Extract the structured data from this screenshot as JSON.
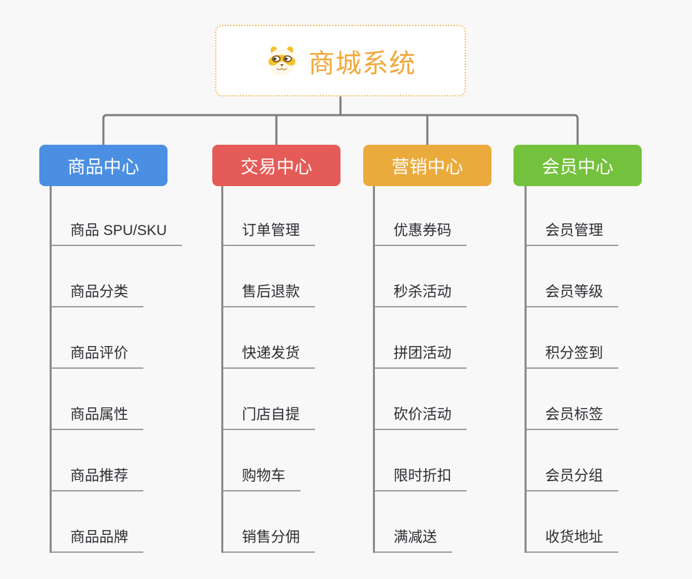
{
  "page": {
    "background": "#f8f8f8"
  },
  "root": {
    "title": "商城系统",
    "icon": "dog-face-icon",
    "title_color": "#f1a83c",
    "border_color": "#f2c36e",
    "background": "#ffffff"
  },
  "connectors": {
    "color": "#7c7c7c",
    "underline_color": "#9e9e9e",
    "trunk_color": "#8b8b8b"
  },
  "branches": [
    {
      "label": "商品中心",
      "color": "#4b8fe2",
      "items": [
        "商品 SPU/SKU",
        "商品分类",
        "商品评价",
        "商品属性",
        "商品推荐",
        "商品品牌"
      ]
    },
    {
      "label": "交易中心",
      "color": "#e45b57",
      "items": [
        "订单管理",
        "售后退款",
        "快递发货",
        "门店自提",
        "购物车",
        "销售分佣"
      ]
    },
    {
      "label": "营销中心",
      "color": "#ebaa3c",
      "items": [
        "优惠券码",
        "秒杀活动",
        "拼团活动",
        "砍价活动",
        "限时折扣",
        "满减送"
      ]
    },
    {
      "label": "会员中心",
      "color": "#74c13d",
      "items": [
        "会员管理",
        "会员等级",
        "积分签到",
        "会员标签",
        "会员分组",
        "收货地址"
      ]
    }
  ]
}
